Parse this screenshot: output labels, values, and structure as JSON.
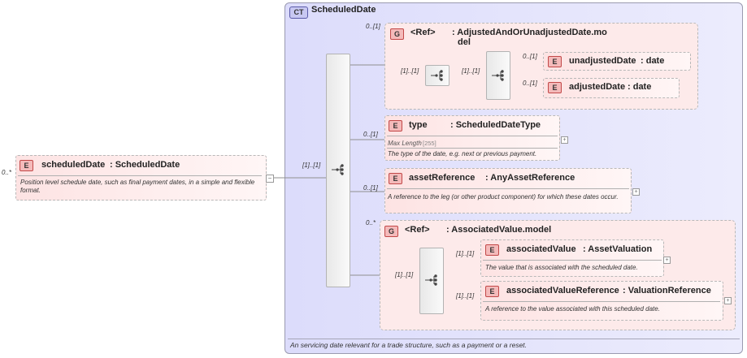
{
  "root": {
    "badge": "E",
    "name": "scheduledDate",
    "type": ": ScheduledDate",
    "cardinality": "0..*",
    "description": "Position level schedule date, such as final payment dates, in a simple and flexible format.",
    "collapse_symbol": "−"
  },
  "complex_type": {
    "badge": "CT",
    "name": "ScheduledDate",
    "footer": "An servicing date relevant for a trade structure, such as a payment or a reset."
  },
  "main_sequence": {
    "cardinality": "[1]..[1]"
  },
  "group1": {
    "badge": "G",
    "ref": "<Ref>",
    "name_line1": ": AdjustedAndOrUnadjustedDate.mo",
    "name_line2": "del",
    "cardinality": "0..[1]",
    "choice_cardinality": "[1]..[1]",
    "sequence_cardinality": "[1]..[1]",
    "children": [
      {
        "badge": "E",
        "name": "unadjustedDate",
        "type": ": date",
        "cardinality": "0..[1]"
      },
      {
        "badge": "E",
        "name": "adjustedDate",
        "type": ": date",
        "cardinality": "0..[1]"
      }
    ]
  },
  "type_elem": {
    "badge": "E",
    "name": "type",
    "type": ": ScheduledDateType",
    "cardinality": "0..[1]",
    "facet_label": "Max Length",
    "facet_value": "[255]",
    "description": "The type of the date, e.g. next or previous payment.",
    "expand_symbol": "+"
  },
  "asset_elem": {
    "badge": "E",
    "name": "assetReference",
    "type": ": AnyAssetReference",
    "cardinality": "0..[1]",
    "description": "A reference to the leg (or other product component) for which these dates occur.",
    "expand_symbol": "+"
  },
  "group2": {
    "badge": "G",
    "ref": "<Ref>",
    "name": ": AssociatedValue.model",
    "cardinality": "0..*",
    "sequence_cardinality": "[1]..[1]",
    "children": [
      {
        "badge": "E",
        "name": "associatedValue",
        "type": ": AssetValuation",
        "cardinality": "[1]..[1]",
        "description": "The value that is associated with the scheduled date.",
        "expand_symbol": "+"
      },
      {
        "badge": "E",
        "name": "associatedValueReference",
        "type": ": ValuationReference",
        "cardinality": "[1]..[1]",
        "description": "A reference to the value associated with this scheduled date.",
        "expand_symbol": "+"
      }
    ]
  },
  "colors": {
    "complex_type_bg": "#dcdcfb",
    "element_bg": "#fde3e3",
    "badge_bg": "#f4baba",
    "badge_border": "#c24848"
  },
  "icons": {
    "sequence": "sequence-icon",
    "choice": "choice-icon"
  }
}
